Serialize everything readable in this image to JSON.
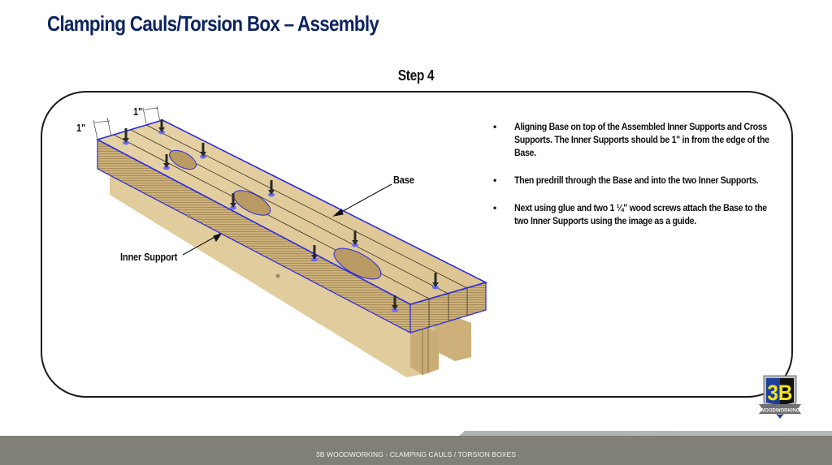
{
  "slide": {
    "title": "Clamping Cauls/Torsion Box – Assembly",
    "step": "Step 4"
  },
  "figure": {
    "labels": {
      "base": "Base",
      "inner_support": "Inner Support",
      "dimension_left": "1\"",
      "dimension_top": "1\""
    },
    "colors": {
      "wood_top": "#e3cf9f",
      "wood_side": "#c9b07a",
      "edge_outline": "#2b2bdc",
      "screw": "#2a2a2a"
    }
  },
  "instructions": [
    {
      "bullet": "•",
      "text": "Aligning Base on top of the Assembled Inner Supports and Cross Supports.  The Inner Supports should be 1\" in from the edge of the Base."
    },
    {
      "bullet": "•",
      "text": "Then predrill through the Base and into the two Inner Supports."
    },
    {
      "bullet": "•",
      "text": "Next using glue and two 1 ¼\" wood screws attach the Base to the two Inner Supports using the image as a guide."
    }
  ],
  "logo": {
    "mark": "3B",
    "banner": "WOODWORKING",
    "colors": {
      "blue": "#1d3f9c",
      "yellow": "#f3e21c",
      "black": "#111111",
      "silver": "#7a7a7a"
    }
  },
  "footer": {
    "text": "3B WOODWORKING - CLAMPING CAULS / TORSION BOXES",
    "background": "#808078"
  }
}
